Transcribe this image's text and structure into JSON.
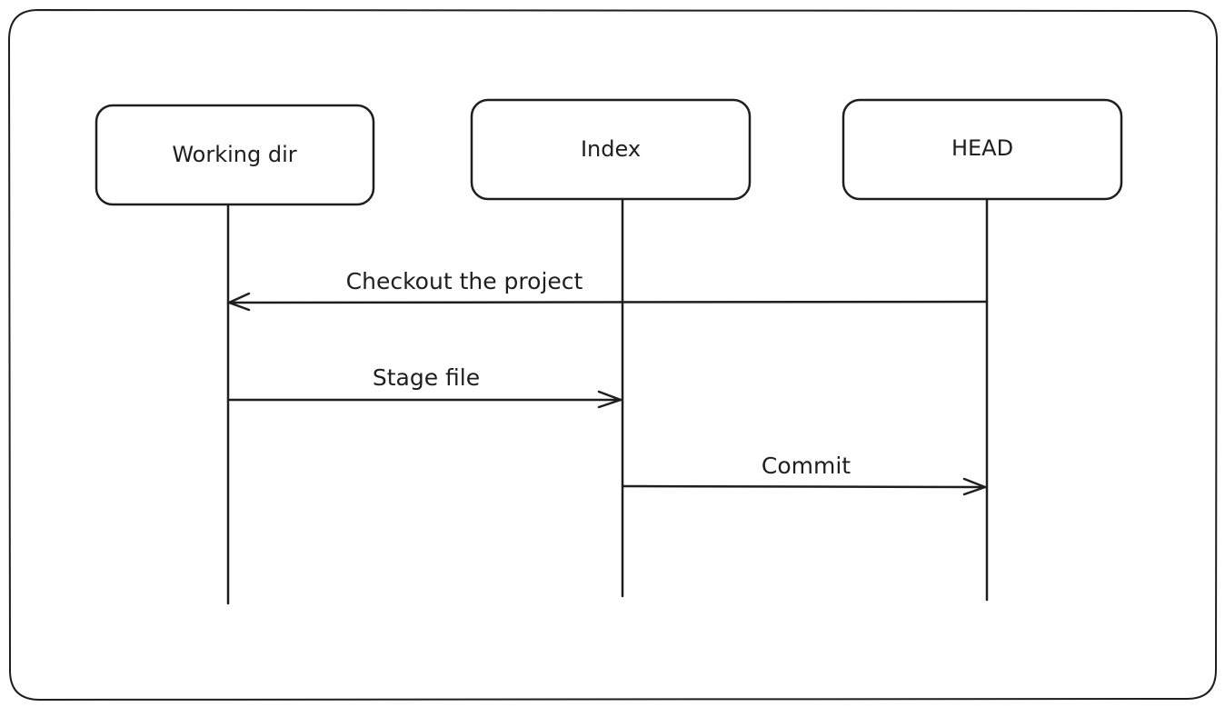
{
  "participants": [
    {
      "id": "working_dir",
      "label": "Working dir"
    },
    {
      "id": "index",
      "label": "Index"
    },
    {
      "id": "head",
      "label": "HEAD"
    }
  ],
  "messages": [
    {
      "label": "Checkout the project",
      "from": "head",
      "to": "working_dir"
    },
    {
      "label": "Stage file",
      "from": "working_dir",
      "to": "index"
    },
    {
      "label": "Commit",
      "from": "index",
      "to": "head"
    }
  ],
  "colors": {
    "stroke": "#1e1e1e",
    "background": "#ffffff"
  }
}
